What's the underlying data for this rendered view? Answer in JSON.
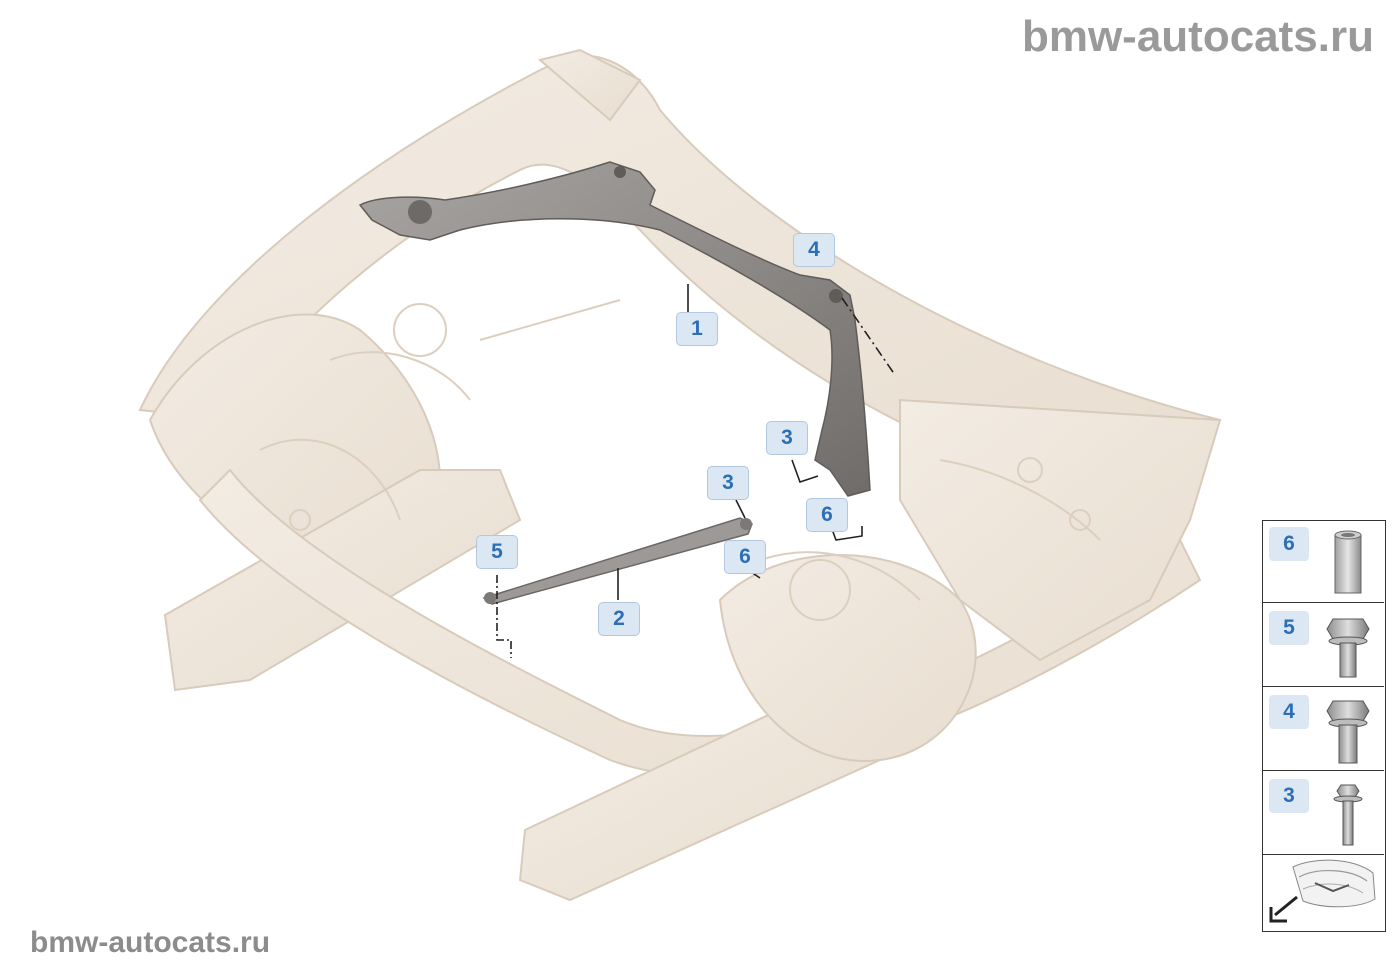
{
  "watermark": {
    "top": "bmw-autocats.ru",
    "bottom": "bmw-autocats.ru"
  },
  "callouts": [
    {
      "id": "c1",
      "number": "1",
      "part": "strut brace"
    },
    {
      "id": "c2",
      "number": "2",
      "part": "tension strut"
    },
    {
      "id": "c3a",
      "number": "3",
      "part": "bolt"
    },
    {
      "id": "c3b",
      "number": "3",
      "part": "bolt"
    },
    {
      "id": "c4",
      "number": "4",
      "part": "bolt"
    },
    {
      "id": "c5",
      "number": "5",
      "part": "bolt"
    },
    {
      "id": "c6a",
      "number": "6",
      "part": "sleeve"
    },
    {
      "id": "c6b",
      "number": "6",
      "part": "sleeve"
    }
  ],
  "legend": [
    {
      "number": "6",
      "icon": "sleeve-icon"
    },
    {
      "number": "5",
      "icon": "flange-bolt-icon"
    },
    {
      "number": "4",
      "icon": "flange-bolt-icon"
    },
    {
      "number": "3",
      "icon": "small-bolt-icon"
    }
  ],
  "legend_view_icon": "vehicle-front-view-icon",
  "colors": {
    "body_shell": "#efe6db",
    "body_shell_outline": "#ddd0c0",
    "part_gray": "#8f8d8b",
    "callout_bg": "#dbe7f3",
    "callout_text": "#2d6fb5",
    "watermark": "#9a9a9a"
  }
}
